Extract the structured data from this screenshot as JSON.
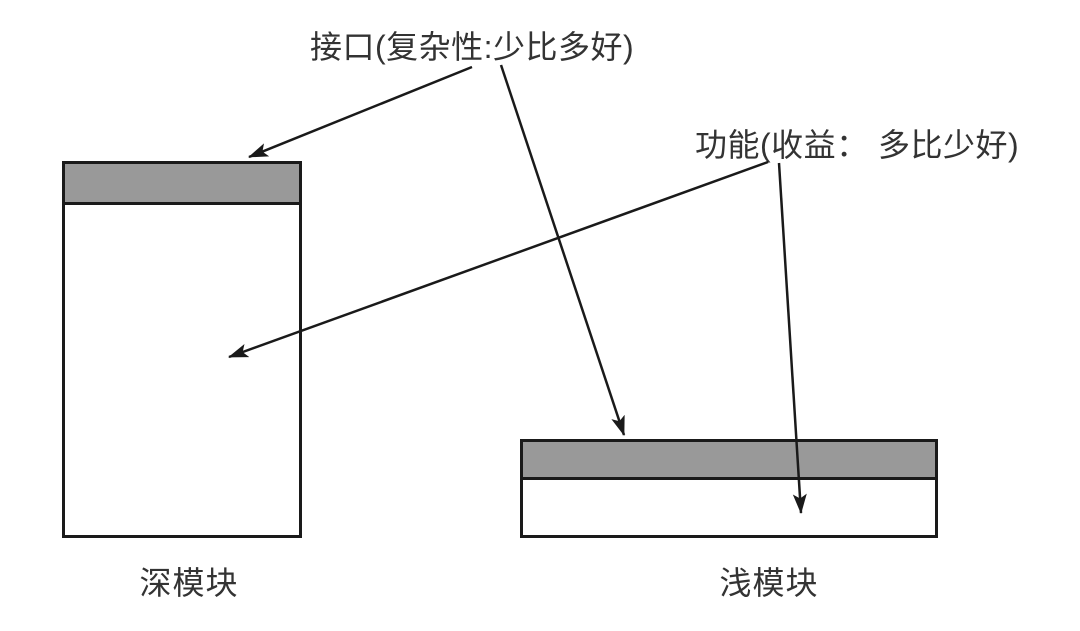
{
  "diagram": {
    "annotations": {
      "interface_label": "接口(复杂性:少比多好)",
      "functionality_label": "功能(收益： 多比少好)"
    },
    "modules": {
      "deep": {
        "label": "深模块"
      },
      "shallow": {
        "label": "浅模块"
      }
    },
    "colors": {
      "line": "#1a1a1a",
      "band_fill": "#999999",
      "body_fill": "#ffffff",
      "text": "#333333",
      "background": "#ffffff"
    }
  }
}
